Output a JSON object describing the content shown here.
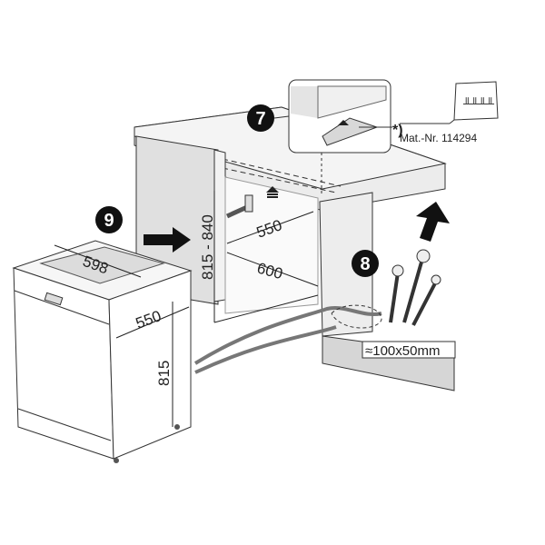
{
  "callouts": {
    "step7": "7",
    "step8": "8",
    "step9": "9"
  },
  "dimensions": {
    "niche_height": "815 - 840",
    "niche_depth": "550",
    "niche_width": "600",
    "appliance_width": "598",
    "appliance_depth": "550",
    "appliance_height": "815",
    "opening_size": "≈100x50mm"
  },
  "inset": {
    "footnote_mark": "*)",
    "material_number": "Mat.-Nr. 114294"
  },
  "icons": [
    "arrow-right-icon",
    "arrow-up-icon",
    "screw-bag-icon"
  ],
  "colors": {
    "line": "#222222",
    "surface": "#e6e6e6",
    "badge": "#111111"
  }
}
